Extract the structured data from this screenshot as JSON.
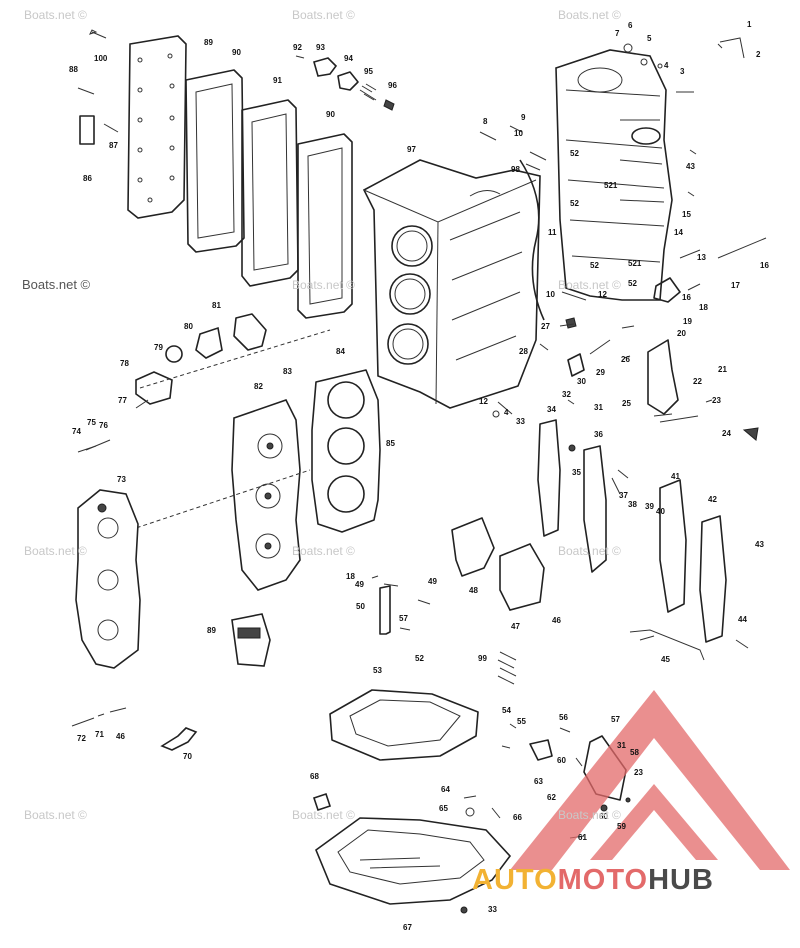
{
  "watermarks": {
    "main": "Boats.net ©",
    "repeat": "Boats.net ©"
  },
  "logo": {
    "part1": "AUTO",
    "part2": "MOTO",
    "part3": "HUB",
    "color_primary": "#f2b233",
    "color_secondary": "#e36a6a",
    "color_tertiary": "#4a4a4a",
    "triangle_color": "#e36a6a"
  },
  "callouts": {
    "c100": "100",
    "c88": "88",
    "c87": "87",
    "c86": "86",
    "c89": "89",
    "c90a": "90",
    "c91": "91",
    "c90b": "90",
    "c92": "92",
    "c93": "93",
    "c94": "94",
    "c95": "95",
    "c96": "96",
    "c97": "97",
    "c98": "98",
    "c1": "1",
    "c2": "2",
    "c3": "3",
    "c4": "4",
    "c5": "5",
    "c6": "6",
    "c7": "7",
    "c8": "8",
    "c9": "9",
    "c10a": "10",
    "c43a": "43",
    "c15": "15",
    "c14": "14",
    "c13": "13",
    "c16a": "16",
    "c16b": "16",
    "c17": "17",
    "c18": "18",
    "c11": "11",
    "c10b": "10",
    "c12a": "12",
    "c27": "27",
    "c81": "81",
    "c80": "80",
    "c79": "79",
    "c78": "78",
    "c77": "77",
    "c84": "84",
    "c83": "83",
    "c82": "82",
    "c19": "19",
    "c20": "20",
    "c21": "21",
    "c22": "22",
    "c23a": "23",
    "c24": "24",
    "c25": "25",
    "c26": "26",
    "c28": "28",
    "c29": "29",
    "c30": "30",
    "c32": "32",
    "c31a": "31",
    "c12b": "12",
    "c4b": "4",
    "c33a": "33",
    "c34": "34",
    "c36": "36",
    "c35": "35",
    "c41": "41",
    "c37": "37",
    "c38": "38",
    "c39": "39",
    "c40": "40",
    "c42": "42",
    "c43b": "43",
    "c44": "44",
    "c45": "45",
    "c74": "74",
    "c75": "75",
    "c76": "76",
    "c73": "73",
    "c85": "85",
    "c18b": "18",
    "c49a": "49",
    "c49b": "49",
    "c50": "50",
    "c57a": "57",
    "c52": "52",
    "c48": "48",
    "c47": "47",
    "c46": "46",
    "c89b": "89",
    "c53": "53",
    "c99": "99",
    "c72": "72",
    "c71": "71",
    "c46b": "46",
    "c70": "70",
    "c54": "54",
    "c55": "55",
    "c56": "56",
    "c57b": "57",
    "c58": "58",
    "c60a": "60",
    "c31b": "31",
    "c23b": "23",
    "c63": "63",
    "c62": "62",
    "c60b": "60",
    "c59": "59",
    "c68": "68",
    "c64": "64",
    "c65": "65",
    "c66": "66",
    "c61": "61",
    "c67": "67",
    "c33b": "33",
    "c521a": "521",
    "c521b": "521",
    "c52a": "52",
    "c52b": "52",
    "c52c": "52",
    "c52d": "52"
  }
}
